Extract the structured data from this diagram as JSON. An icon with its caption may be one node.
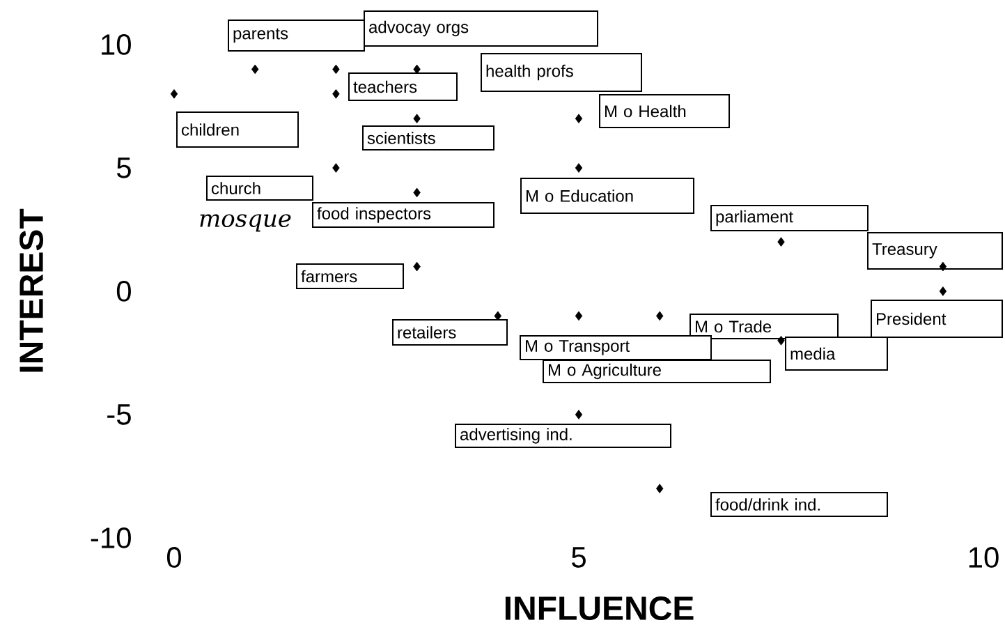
{
  "diagram": {
    "nodes": [
      {
        "text": [
          "advocay orgs"
        ]
      },
      {
        "text": [
          "parents"
        ]
      },
      {
        "text": [
          "health profs"
        ]
      },
      {
        "text": [
          "teachers"
        ]
      },
      {
        "text": [
          "M o Health"
        ]
      },
      {
        "text": [
          "children"
        ]
      },
      {
        "text": [
          "scientists"
        ]
      },
      {
        "text": [
          "church"
        ]
      },
      {
        "text": [
          "M o Education"
        ]
      },
      {
        "text": [
          "food inspectors"
        ]
      },
      {
        "text": [
          "parliament"
        ]
      },
      {
        "text": [
          "Treasury"
        ]
      },
      {
        "text": [
          "farmers"
        ]
      },
      {
        "text": [
          "President"
        ]
      },
      {
        "text": [
          "M o Trade"
        ]
      },
      {
        "text": [
          "retailers"
        ]
      },
      {
        "text": [
          "M o Transport"
        ]
      },
      {
        "text": [
          "media"
        ]
      },
      {
        "text": [
          "M o Agriculture"
        ]
      },
      {
        "text": [
          "advertising ind."
        ]
      },
      {
        "text": [
          "food/drink ind."
        ]
      }
    ],
    "labels": [
      "mosque"
    ],
    "chart_data": {
      "type": "scatter",
      "xlabel": "INFLUENCE",
      "ylabel": "INTEREST",
      "xlim": [
        0,
        10
      ],
      "ylim": [
        -10,
        10
      ],
      "xticks": [
        0,
        5,
        10
      ],
      "yticks": [
        -10,
        -5,
        0,
        5,
        10
      ],
      "x": [
        0,
        1,
        2,
        2,
        2,
        3,
        3,
        3,
        3,
        4,
        5,
        5,
        5,
        5,
        6,
        6,
        7.5,
        7.5,
        9.5,
        9.5
      ],
      "series": [
        {
          "color": "#000000",
          "values": [
            8,
            9,
            9,
            8,
            5,
            9,
            7,
            4,
            1,
            -1,
            7,
            5,
            -1,
            -5,
            -1,
            -8,
            2,
            -2,
            1,
            0
          ]
        }
      ]
    }
  }
}
